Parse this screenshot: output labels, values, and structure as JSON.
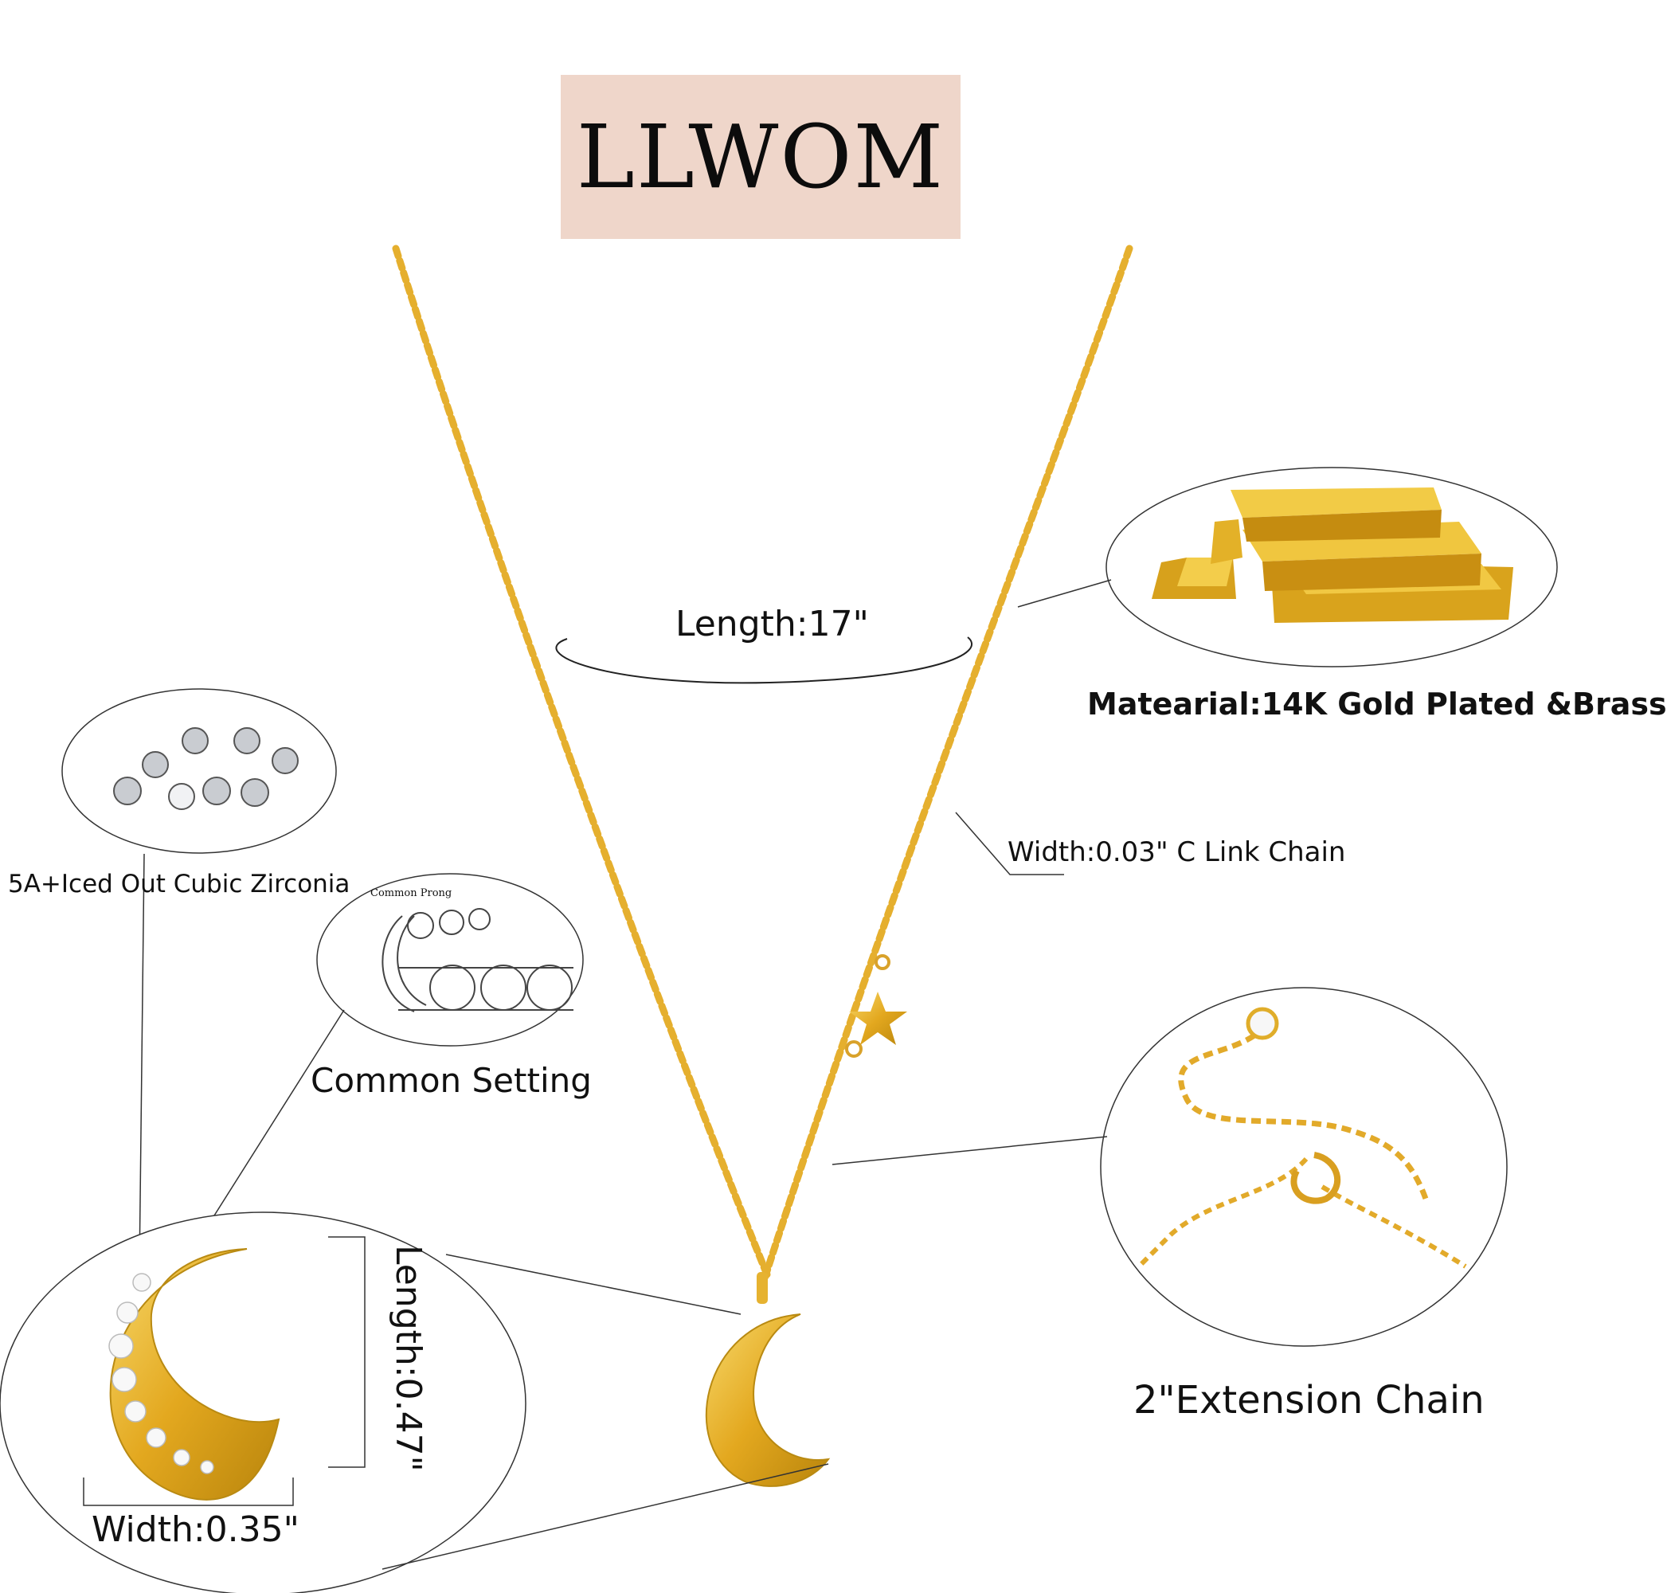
{
  "brand": {
    "name": "LLWOM"
  },
  "labels": {
    "length": "Length:17\"",
    "material": "Matearial:14K Gold Plated &Brass",
    "width_chain": "Width:0.03\" C Link Chain",
    "zirconia": "5A+Iced Out Cubic Zirconia",
    "prong_caption": "Common Prong",
    "setting": "Common Setting",
    "extension": "2\"Extension Chain",
    "pendant_length": "Length:0.47\"",
    "pendant_width": "Width:0.35\""
  },
  "colors": {
    "gold": "#e9b83a",
    "gold_dark": "#b8860b",
    "brand_bg": "#efd6ca",
    "line": "#333333"
  }
}
